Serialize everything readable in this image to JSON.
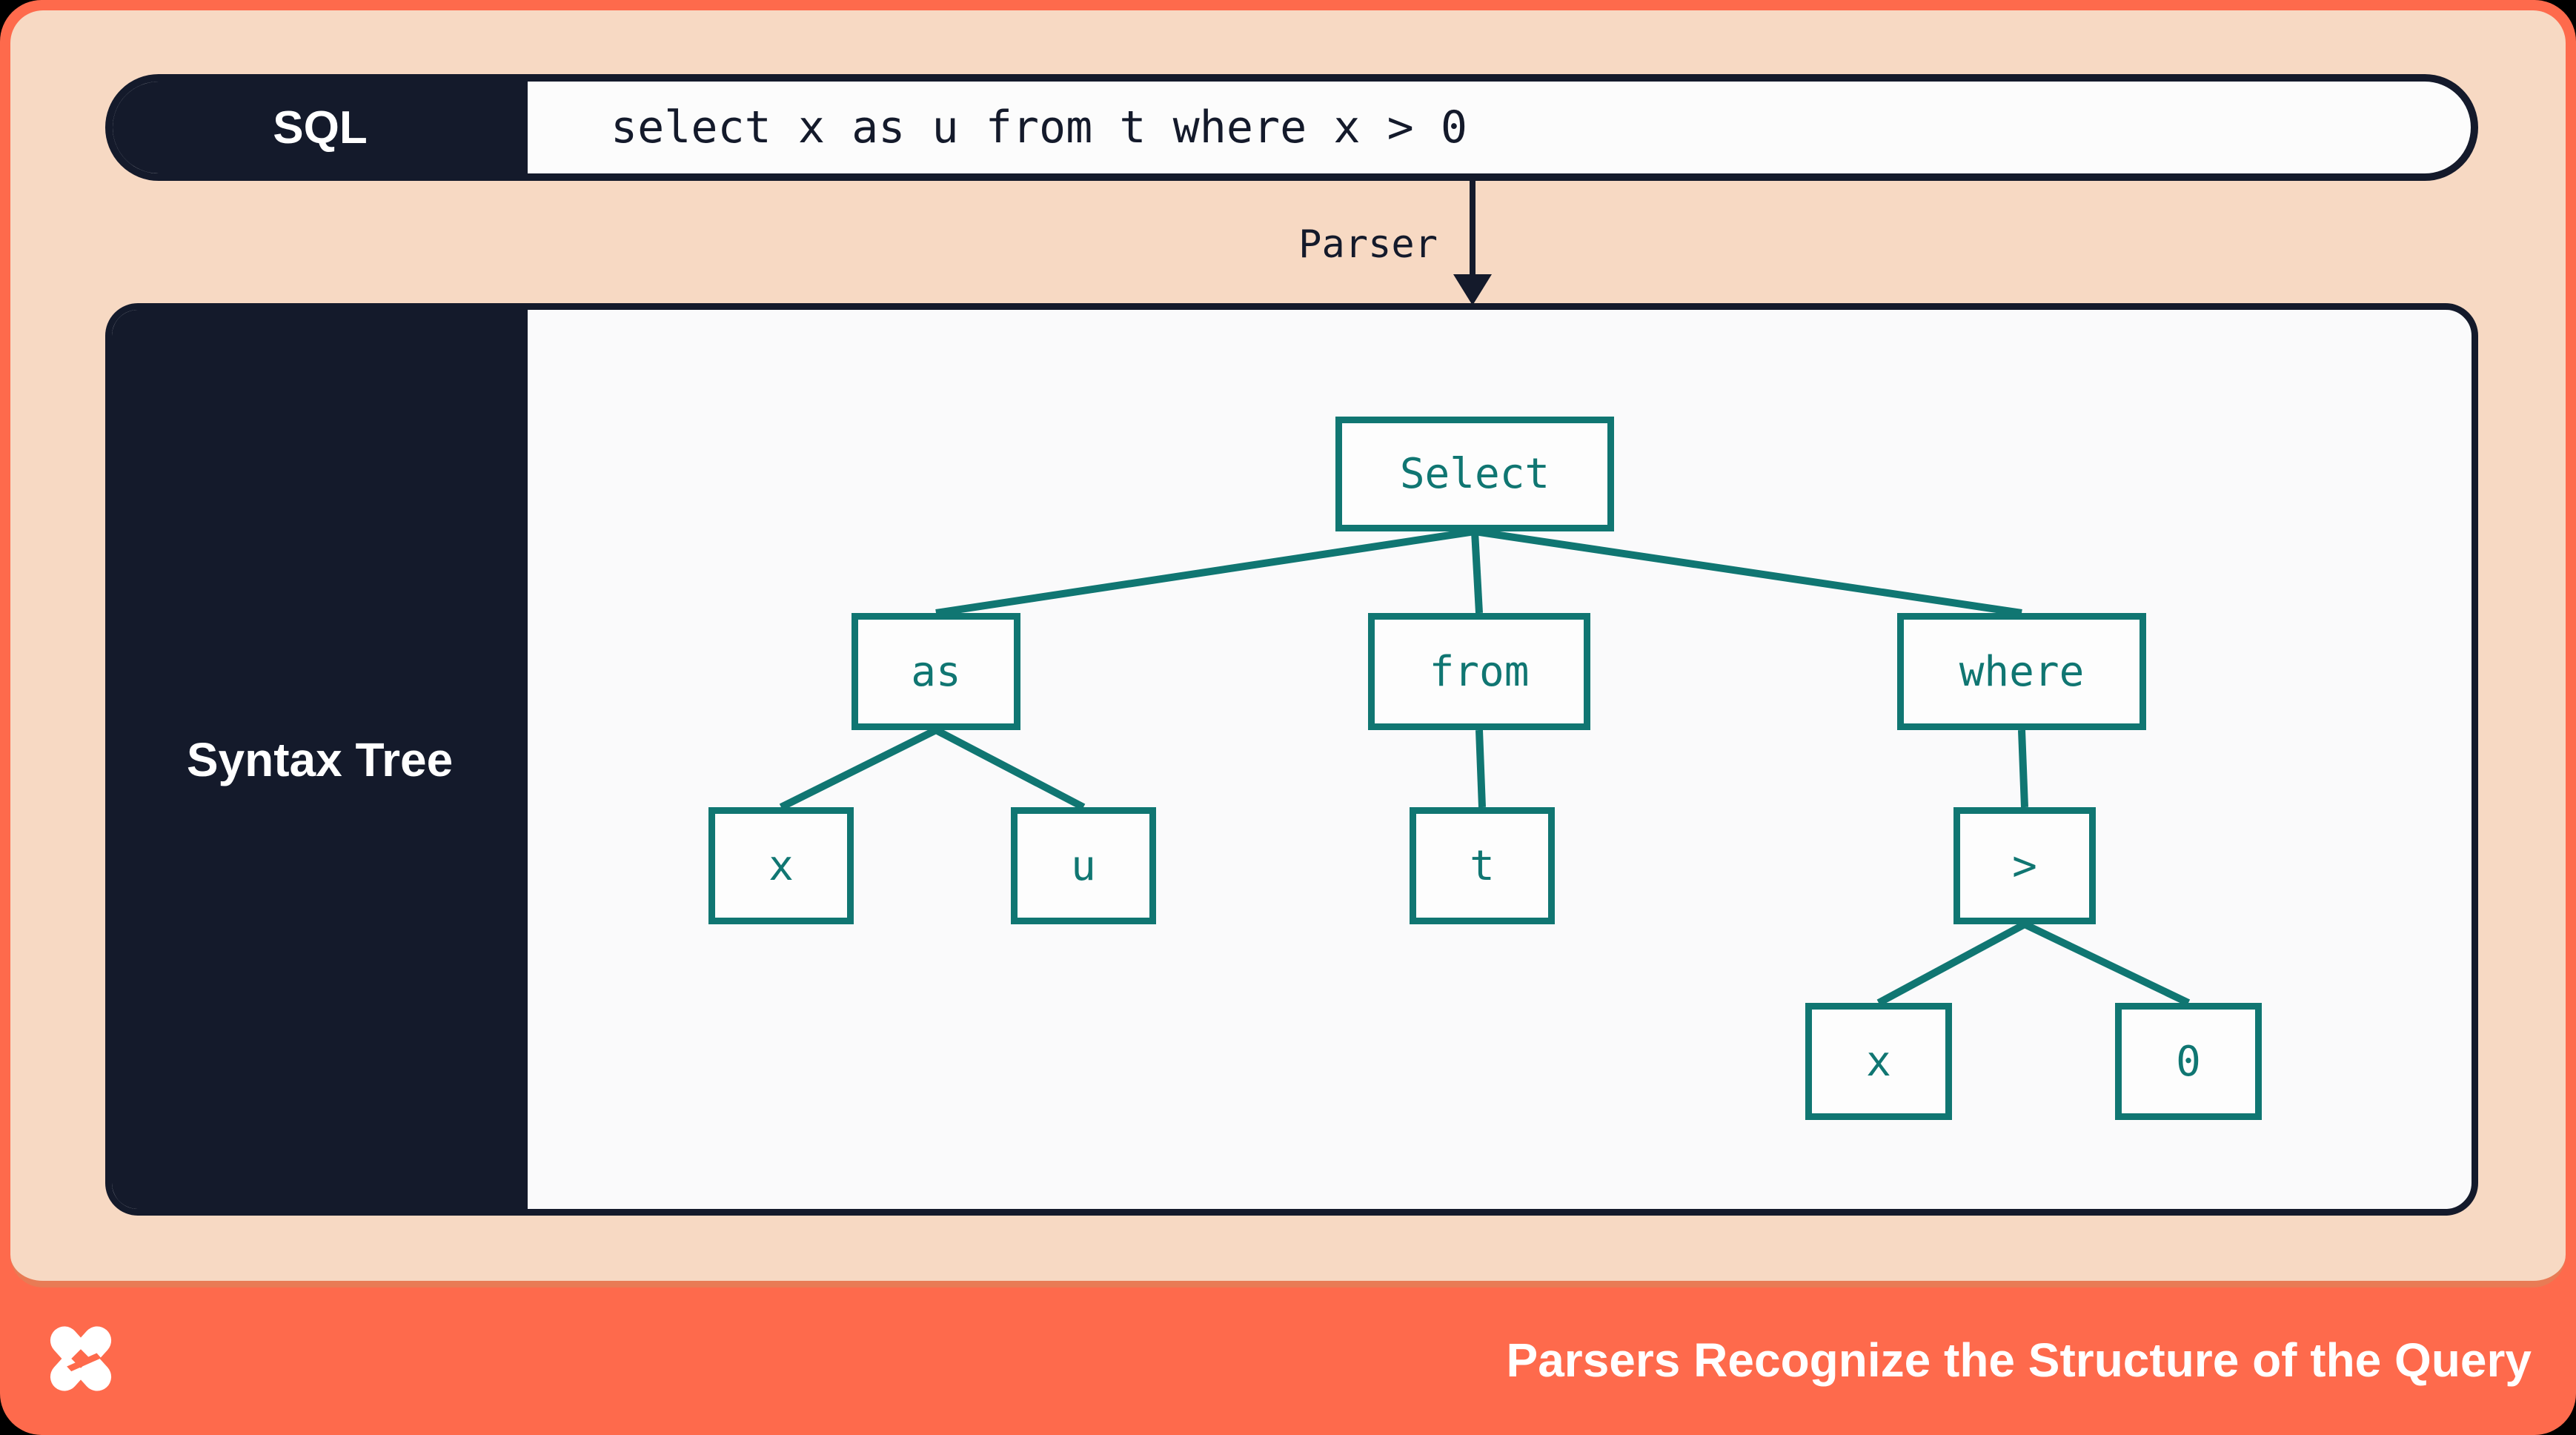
{
  "colors": {
    "background_orange": "#FE6A4C",
    "card_peach": "#F7D9C3",
    "dark_navy": "#141A2B",
    "tree_teal": "#107672",
    "card_edge_band": "#E87B55",
    "panel_white": "#FAFAFB"
  },
  "sql_bar": {
    "label": "SQL",
    "query": "select x as u from t where x > 0"
  },
  "parser": {
    "label": "Parser"
  },
  "syntax_tree": {
    "label": "Syntax Tree",
    "nodes": [
      {
        "id": "select",
        "label": "Select"
      },
      {
        "id": "as",
        "label": "as"
      },
      {
        "id": "from",
        "label": "from"
      },
      {
        "id": "where",
        "label": "where"
      },
      {
        "id": "x1",
        "label": "x"
      },
      {
        "id": "u",
        "label": "u"
      },
      {
        "id": "t",
        "label": "t"
      },
      {
        "id": "gt",
        "label": ">"
      },
      {
        "id": "x2",
        "label": "x"
      },
      {
        "id": "zero",
        "label": "0"
      }
    ],
    "edges": [
      [
        "select",
        "as"
      ],
      [
        "select",
        "from"
      ],
      [
        "select",
        "where"
      ],
      [
        "as",
        "x1"
      ],
      [
        "as",
        "u"
      ],
      [
        "from",
        "t"
      ],
      [
        "where",
        "gt"
      ],
      [
        "gt",
        "x2"
      ],
      [
        "gt",
        "zero"
      ]
    ]
  },
  "footer": {
    "title": "Parsers Recognize the Structure of the Query",
    "logo": "dolt-logo"
  }
}
